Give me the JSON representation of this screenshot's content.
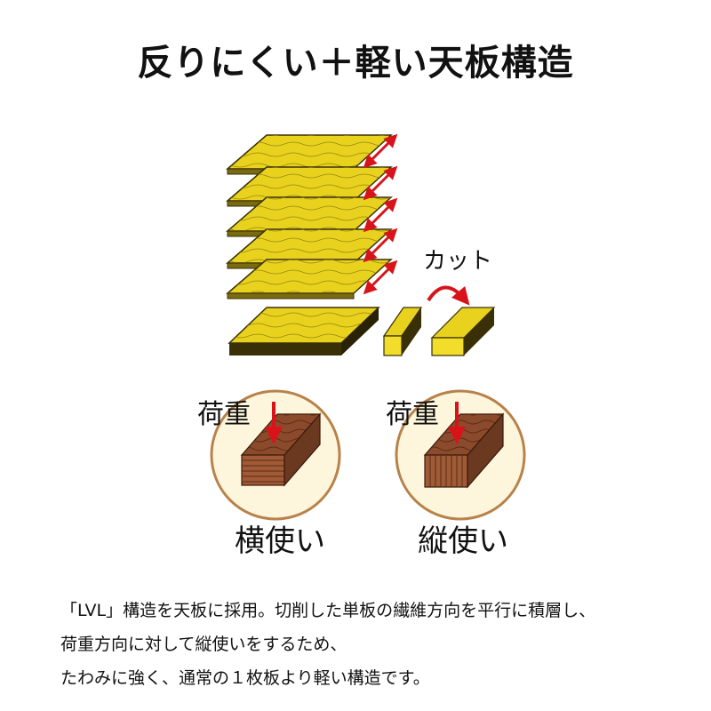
{
  "title": "反りにくい＋軽い天板構造",
  "diagram": {
    "cut_label": "カット",
    "left_circle": {
      "load_label": "荷重",
      "caption": "横使い"
    },
    "right_circle": {
      "load_label": "荷重",
      "caption": "縦使い"
    },
    "colors": {
      "veneer": "#e8d21e",
      "edge": "#3a3008",
      "arrow": "#d8141a",
      "circle_fill": "#fdf6dc",
      "circle_stroke": "#b8824a",
      "wood": "#8b4a2b"
    }
  },
  "description": {
    "line1": "「LVL」構造を天板に採用。切削した単板の繊維方向を平行に積層し、",
    "line2": "荷重方向に対して縦使いをするため、",
    "line3": "たわみに強く、通常の１枚板より軽い構造です。"
  }
}
